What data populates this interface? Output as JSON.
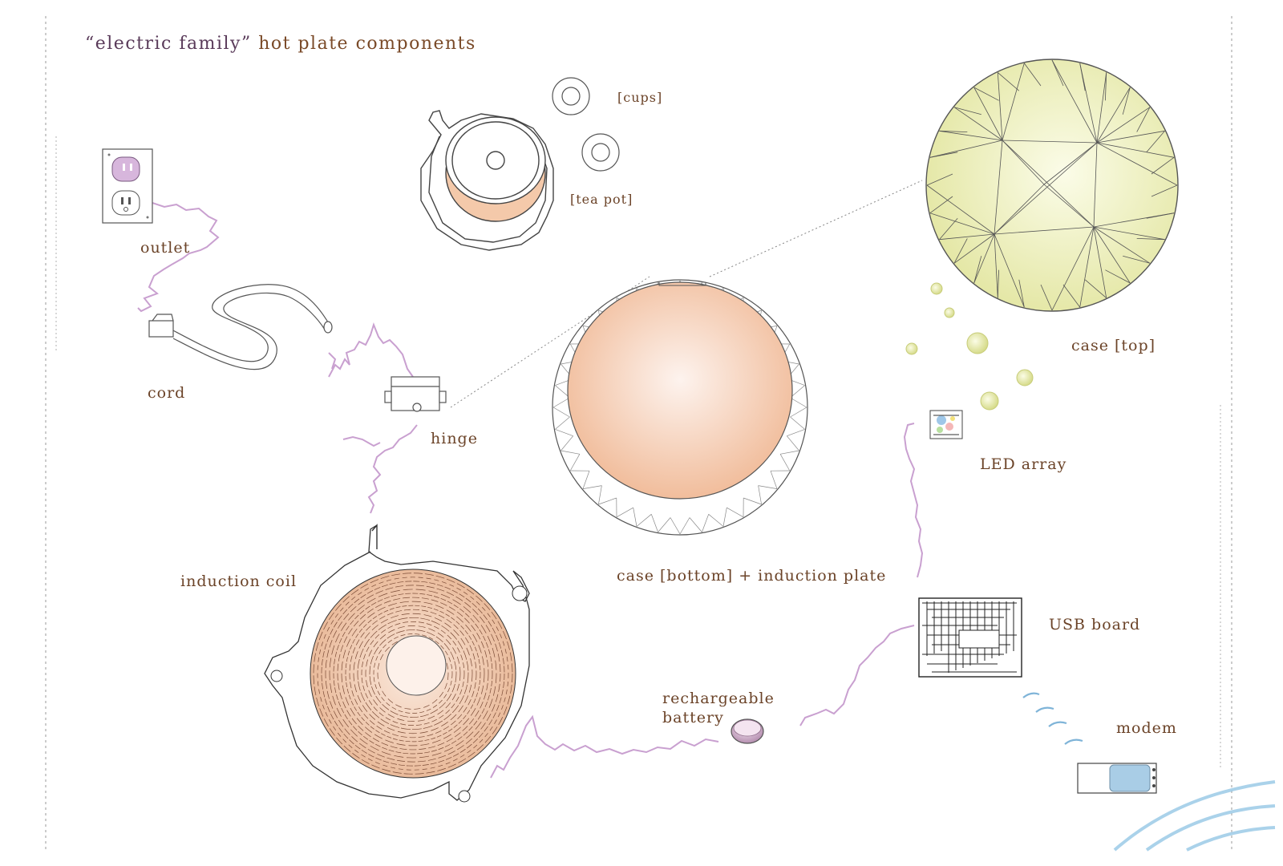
{
  "title": {
    "quoted": "“electric family”",
    "rest": " hot plate components"
  },
  "labels": {
    "outlet": "outlet",
    "cord": "cord",
    "hinge": "hinge",
    "cups": "[cups]",
    "tea_pot": "[tea pot]",
    "case_top": "case [top]",
    "led_array": "LED array",
    "case_bottom": "case [bottom] + induction plate",
    "induction_coil": "induction coil",
    "usb_board": "USB board",
    "battery_line1": "rechargeable",
    "battery_line2": "battery",
    "modem": "modem"
  },
  "colors": {
    "wire": "#c9a0d0",
    "label": "#6b4328",
    "case_top_fill": "#eef0b8",
    "case_bottom_fill": "#f2c6a8",
    "coil_fill": "#efc6a8",
    "led_bubble": "#dfe39a",
    "modem_screen": "#a9cde6",
    "signal_waves": "#7fb4d8"
  }
}
